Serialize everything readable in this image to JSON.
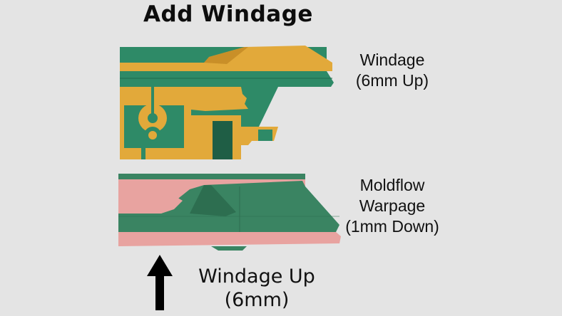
{
  "title": "Add Windage",
  "panels": {
    "top": {
      "description": "CAD overlay: windage geometry (orange) vs nominal (green)",
      "label_line1": "Windage",
      "label_line2": "(6mm Up)",
      "colors": {
        "primary": "#e2a93a",
        "secondary": "#2e8a67"
      }
    },
    "bottom": {
      "description": "CAD overlay: Moldflow warpage (pink) vs nominal (green)",
      "label_line1": "Moldflow",
      "label_line2": "Warpage",
      "label_line3": "(1mm Down)",
      "colors": {
        "primary": "#e8a3a0",
        "secondary": "#3a8462"
      }
    }
  },
  "annotation": {
    "arrow_direction": "up",
    "line1": "Windage Up",
    "line2": "(6mm)"
  },
  "background": "#e4e4e4"
}
